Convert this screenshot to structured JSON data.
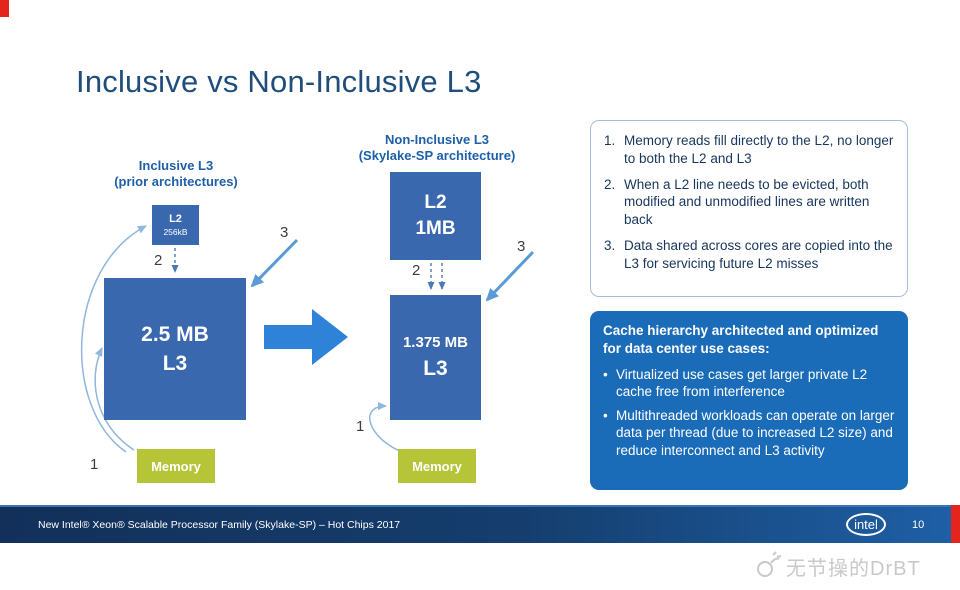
{
  "slide": {
    "title": "Inclusive vs Non-Inclusive L3"
  },
  "left_diagram": {
    "label_line1": "Inclusive L3",
    "label_line2": "(prior architectures)",
    "l2_box": {
      "line1": "L2",
      "line2": "256kB"
    },
    "l3_box": {
      "line1": "2.5 MB",
      "line2": "L3"
    },
    "memory_label": "Memory",
    "step1": "1",
    "step2": "2",
    "step3": "3"
  },
  "right_diagram": {
    "label_line1": "Non-Inclusive L3",
    "label_line2": "(Skylake-SP architecture)",
    "l2_box": {
      "line1": "L2",
      "line2": "1MB"
    },
    "l3_box": {
      "line1": "1.375 MB",
      "line2": "L3"
    },
    "memory_label": "Memory",
    "step1": "1",
    "step2": "2",
    "step3": "3"
  },
  "notes_card": {
    "items": [
      {
        "num": "1.",
        "text": "Memory reads fill directly to the L2, no longer to both the L2 and L3"
      },
      {
        "num": "2.",
        "text": "When a L2 line needs to be evicted, both modified and unmodified lines are written back"
      },
      {
        "num": "3.",
        "text": "Data shared across cores are copied into the L3 for servicing future L2 misses"
      }
    ]
  },
  "benefits_card": {
    "heading": "Cache hierarchy architected and optimized for data center use cases:",
    "bullets": [
      "Virtualized use cases get larger private L2 cache free from interference",
      "Multithreaded workloads can operate on larger data per thread (due to increased L2 size) and reduce interconnect and L3 activity"
    ]
  },
  "footer": {
    "text": "New Intel® Xeon® Scalable Processor Family (Skylake-SP) – Hot Chips 2017",
    "logo_text": "intel",
    "page_number": "10"
  },
  "watermark": {
    "text": "无节操的DrBT"
  },
  "colors": {
    "cache_box_blue": "#3a68af",
    "memory_green": "#b6c438",
    "benefits_card_blue": "#1a6bb8",
    "title_navy": "#1f4e7c",
    "footer_navy": "#12305a",
    "accent_arrow_blue": "#2e82d8",
    "crop_mark_red": "#e3251e"
  }
}
